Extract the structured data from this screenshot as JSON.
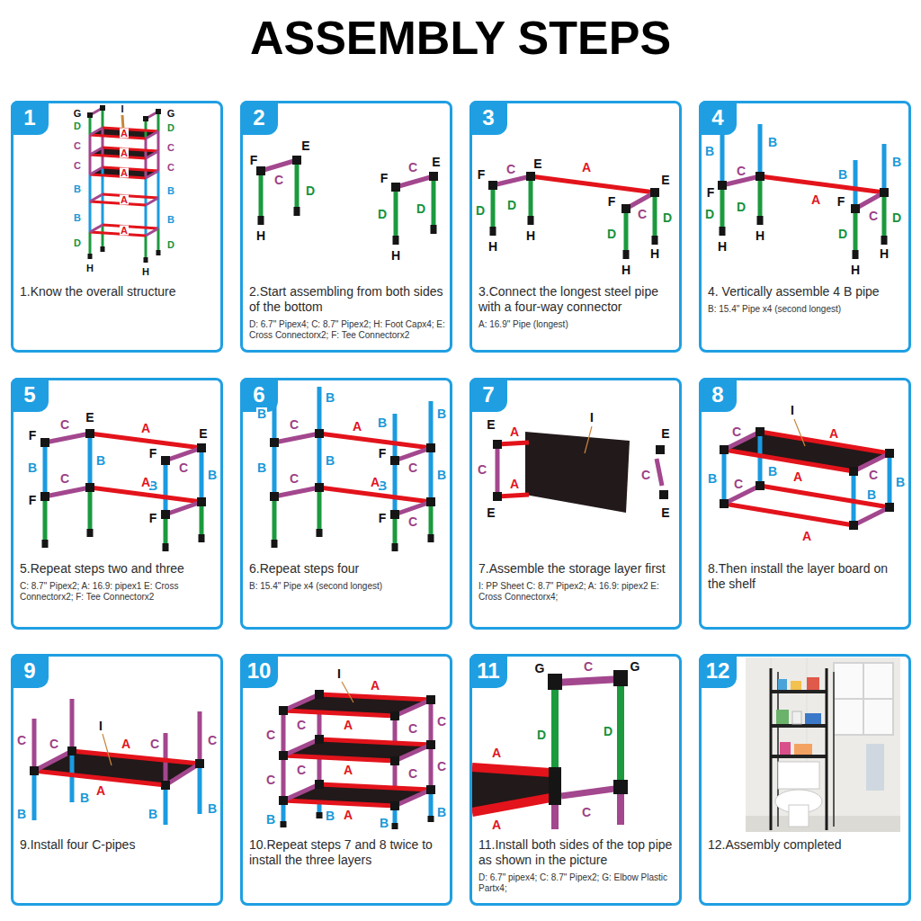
{
  "diagram": {
    "title": "ASSEMBLY STEPS",
    "nodes": [
      {
        "text": [
          "1.Know the overall structure"
        ]
      },
      {
        "text": [
          "1"
        ],
        "in": 0
      },
      {
        "text": [
          "2.Start assembling from both sides of the bottom",
          "D: 6.7\" Pipex4; C: 8.7\" Pipex2; H: Foot Capx4; E: Cross Connectorx2; F: Tee Connectorx2"
        ]
      },
      {
        "text": [
          "2"
        ],
        "in": 2
      },
      {
        "text": [
          "3.Connect the longest steel pipe with a four-way connector",
          "A: 16.9\" Pipe (longest)"
        ]
      },
      {
        "text": [
          "3"
        ],
        "in": 4
      },
      {
        "text": [
          "4. Vertically assemble 4 B pipe",
          "B: 15.4\" Pipe x4 (second longest)"
        ]
      },
      {
        "text": [
          "4"
        ],
        "in": 6
      },
      {
        "text": [
          "5.Repeat steps two and three",
          "C: 8.7\" Pipex2; A: 16.9: pipex1 E: Cross Connectorx2; F: Tee Connectorx2"
        ]
      },
      {
        "text": [
          "5"
        ],
        "in": 8
      },
      {
        "text": [
          "6.Repeat steps four",
          "B: 15.4\" Pipe x4 (second longest)"
        ]
      },
      {
        "text": [
          "6"
        ],
        "in": 10
      },
      {
        "text": [
          "7.Assemble the storage layer first",
          "I: PP Sheet C: 8.7\" Pipex2; A: 16.9: pipex2 E: Cross Connectorx4;"
        ]
      },
      {
        "text": [
          "7"
        ],
        "in": 12
      },
      {
        "text": [
          "8.Then install the layer board on the shelf"
        ]
      },
      {
        "text": [
          "8"
        ],
        "in": 14
      },
      {
        "text": [
          "9.Install four C-pipes"
        ]
      },
      {
        "text": [
          "9"
        ],
        "in": 16
      },
      {
        "text": [
          "10.Repeat steps 7 and 8 twice to install the three layers"
        ]
      },
      {
        "text": [
          "10"
        ],
        "in": 18
      },
      {
        "text": [
          "11.Install both sides of the top pipe as shown in the picture",
          "D: 6.7\" pipex4; C: 8.7\" Pipex2; G: Elbow Plastic Partx4;"
        ]
      },
      {
        "text": [
          "11"
        ],
        "in": 20
      },
      {
        "text": [
          "12.Assembly completed"
        ]
      },
      {
        "text": [
          "12"
        ],
        "in": 22
      }
    ],
    "labels": [
      "G",
      "D",
      "C",
      "C",
      "B",
      "B",
      "D",
      "H",
      "G",
      "D",
      "C",
      "C",
      "B",
      "B",
      "D",
      "H",
      "I",
      "A",
      "A",
      "A",
      "A",
      "A",
      "F",
      "C",
      "E",
      "D",
      "H",
      "F",
      "C",
      "E",
      "D",
      "D",
      "H",
      "F",
      "C",
      "E",
      "A",
      "D",
      "D",
      "H",
      "H",
      "F",
      "E",
      "C",
      "D",
      "D",
      "H",
      "H",
      "B",
      "B",
      "B",
      "B",
      "F",
      "C",
      "D",
      "D",
      "H",
      "H",
      "A",
      "F",
      "C",
      "D",
      "D",
      "H",
      "H",
      "F",
      "C",
      "E",
      "A",
      "E",
      "F",
      "C",
      "B",
      "B",
      "B",
      "B",
      "F",
      "C",
      "A",
      "F",
      "B",
      "B",
      "B",
      "B",
      "C",
      "A",
      "F",
      "C",
      "B",
      "B",
      "B",
      "B",
      "C",
      "A",
      "F",
      "C",
      "E",
      "A",
      "I",
      "C",
      "A",
      "E",
      "E",
      "C",
      "E",
      "I",
      "C",
      "A",
      "A",
      "C",
      "B",
      "B",
      "B",
      "B",
      "C",
      "A",
      "C",
      "C",
      "I",
      "A",
      "C",
      "C",
      "A",
      "B",
      "B",
      "B",
      "B",
      "I",
      "A",
      "C",
      "C",
      "A",
      "C",
      "C",
      "C",
      "C",
      "A",
      "C",
      "C",
      "A",
      "B",
      "B",
      "B",
      "B",
      "G",
      "C",
      "G",
      "D",
      "D",
      "A",
      "C",
      "A"
    ]
  }
}
